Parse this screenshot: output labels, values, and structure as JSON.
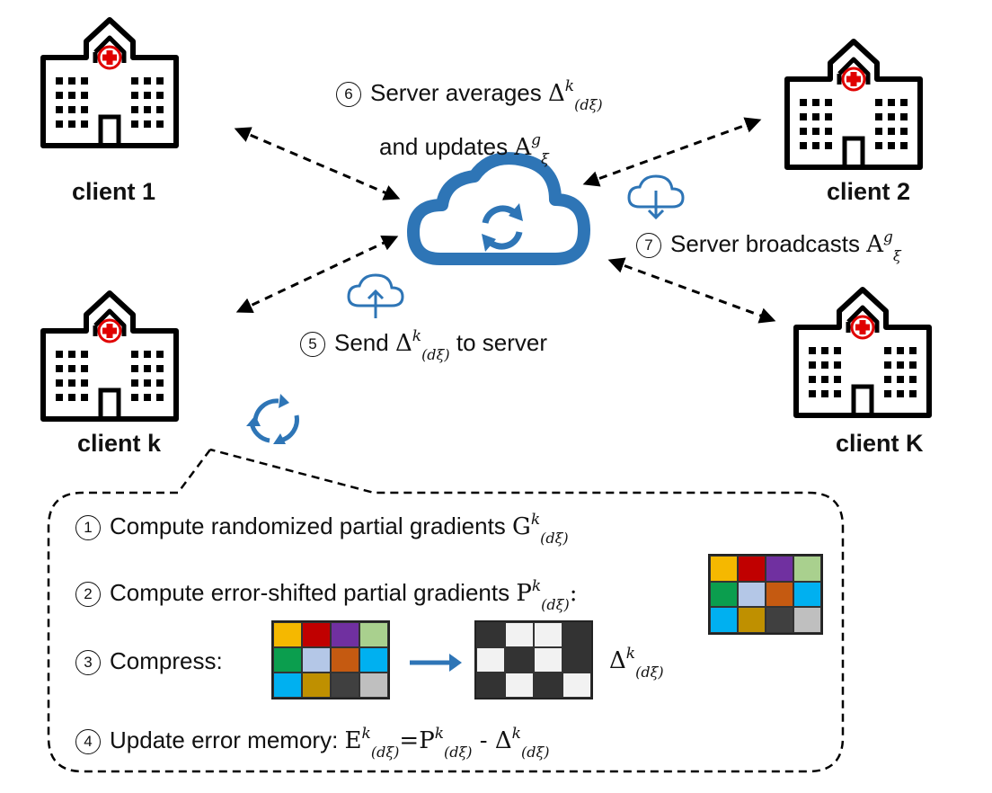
{
  "clients": [
    {
      "id": "c1",
      "label": "client 1"
    },
    {
      "id": "c2",
      "label": "client 2"
    },
    {
      "id": "ck",
      "label": "client k"
    },
    {
      "id": "cK",
      "label": "client K"
    }
  ],
  "steps": {
    "s6_line1": "Server averages",
    "s6_line2": "and updates",
    "s7": "Server broadcasts",
    "s5_pre": "Send",
    "s5_post": "to server",
    "s1": "Compute randomized partial gradients",
    "s2": "Compute error-shifted partial gradients",
    "s3": "Compress:",
    "s4": "Update error memory:"
  },
  "step_numbers": {
    "n1": "1",
    "n2": "2",
    "n3": "3",
    "n4": "4",
    "n5": "5",
    "n6": "6",
    "n7": "7"
  },
  "symbols": {
    "delta": "Δ",
    "A": "A",
    "G": "G",
    "P": "P",
    "E": "E",
    "k": "k",
    "g": "g",
    "xi": "ξ",
    "dxi": "(d",
    "xi_close": ")",
    "eq": "=",
    "minus": " - ",
    "colon": ":"
  },
  "matrices": {
    "color": [
      "#f5b800",
      "#c00000",
      "#7030a0",
      "#a9d08e",
      "#0b9e4e",
      "#b4c7e7",
      "#c55a11",
      "#00b0f0",
      "#00b0f0",
      "#bf9000",
      "#404040",
      "#bfbfbf"
    ],
    "sparse": [
      "#333333",
      "#f2f2f2",
      "#f2f2f2",
      "#333333",
      "#f2f2f2",
      "#333333",
      "#f2f2f2",
      "#333333",
      "#333333",
      "#f2f2f2",
      "#333333",
      "#f2f2f2"
    ]
  },
  "colors": {
    "accent": "#2e75b6",
    "cross": "#e00000",
    "ink": "#000000"
  }
}
